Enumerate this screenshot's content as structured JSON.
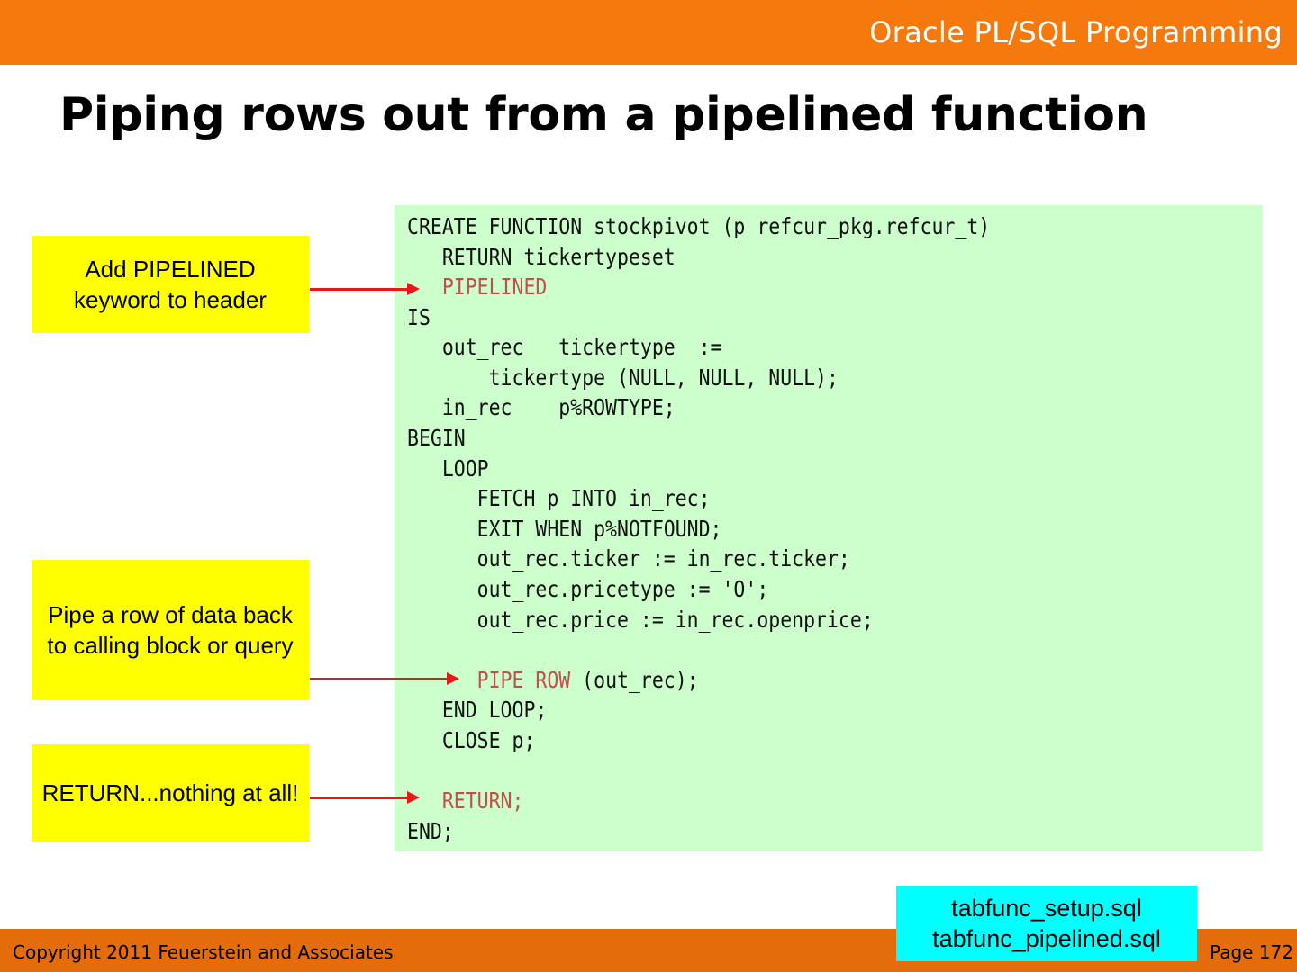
{
  "header": {
    "course_title": "Oracle PL/SQL Programming"
  },
  "slide": {
    "title": "Piping rows out from a pipelined function"
  },
  "code": [
    {
      "plain": "CREATE FUNCTION stockpivot (p refcur_pkg.refcur_t)",
      "kw": "",
      "rest": ""
    },
    {
      "plain": "   RETURN tickertypeset",
      "kw": "",
      "rest": ""
    },
    {
      "plain": "   ",
      "kw": "PIPELINED",
      "rest": ""
    },
    {
      "plain": "IS",
      "kw": "",
      "rest": ""
    },
    {
      "plain": "   out_rec   tickertype  :=",
      "kw": "",
      "rest": ""
    },
    {
      "plain": "       tickertype (NULL, NULL, NULL);",
      "kw": "",
      "rest": ""
    },
    {
      "plain": "   in_rec    p%ROWTYPE;",
      "kw": "",
      "rest": ""
    },
    {
      "plain": "BEGIN",
      "kw": "",
      "rest": ""
    },
    {
      "plain": "   LOOP",
      "kw": "",
      "rest": ""
    },
    {
      "plain": "      FETCH p INTO in_rec;",
      "kw": "",
      "rest": ""
    },
    {
      "plain": "      EXIT WHEN p%NOTFOUND;",
      "kw": "",
      "rest": ""
    },
    {
      "plain": "      out_rec.ticker := in_rec.ticker;",
      "kw": "",
      "rest": ""
    },
    {
      "plain": "      out_rec.pricetype := 'O';",
      "kw": "",
      "rest": ""
    },
    {
      "plain": "      out_rec.price := in_rec.openprice;",
      "kw": "",
      "rest": ""
    },
    {
      "plain": "",
      "kw": "",
      "rest": ""
    },
    {
      "plain": "      ",
      "kw": "PIPE ROW",
      "rest": " (out_rec);"
    },
    {
      "plain": "   END LOOP;",
      "kw": "",
      "rest": ""
    },
    {
      "plain": "   CLOSE p;",
      "kw": "",
      "rest": ""
    },
    {
      "plain": "",
      "kw": "",
      "rest": ""
    },
    {
      "plain": "   ",
      "kw": "RETURN;",
      "rest": ""
    },
    {
      "plain": "END;",
      "kw": "",
      "rest": ""
    }
  ],
  "callouts": {
    "pipelined": "Add PIPELINED keyword to header",
    "pipe_row": "Pipe a row of data back to calling block or query",
    "return": "RETURN...nothing at all!"
  },
  "files": {
    "setup": "tabfunc_setup.sql",
    "pipelined": "tabfunc_pipelined.sql"
  },
  "footer": {
    "copyright": "Copyright 2011 Feuerstein and Associates",
    "page": "Page 172"
  },
  "colors": {
    "header_bar": "#f5790d",
    "footer_bar": "#e46c0a",
    "code_bg": "#ccffcc",
    "keyword": "#c0504d",
    "callout_bg": "#ffff00",
    "arrow": "#e81818",
    "file_box_bg": "#00ffff"
  }
}
